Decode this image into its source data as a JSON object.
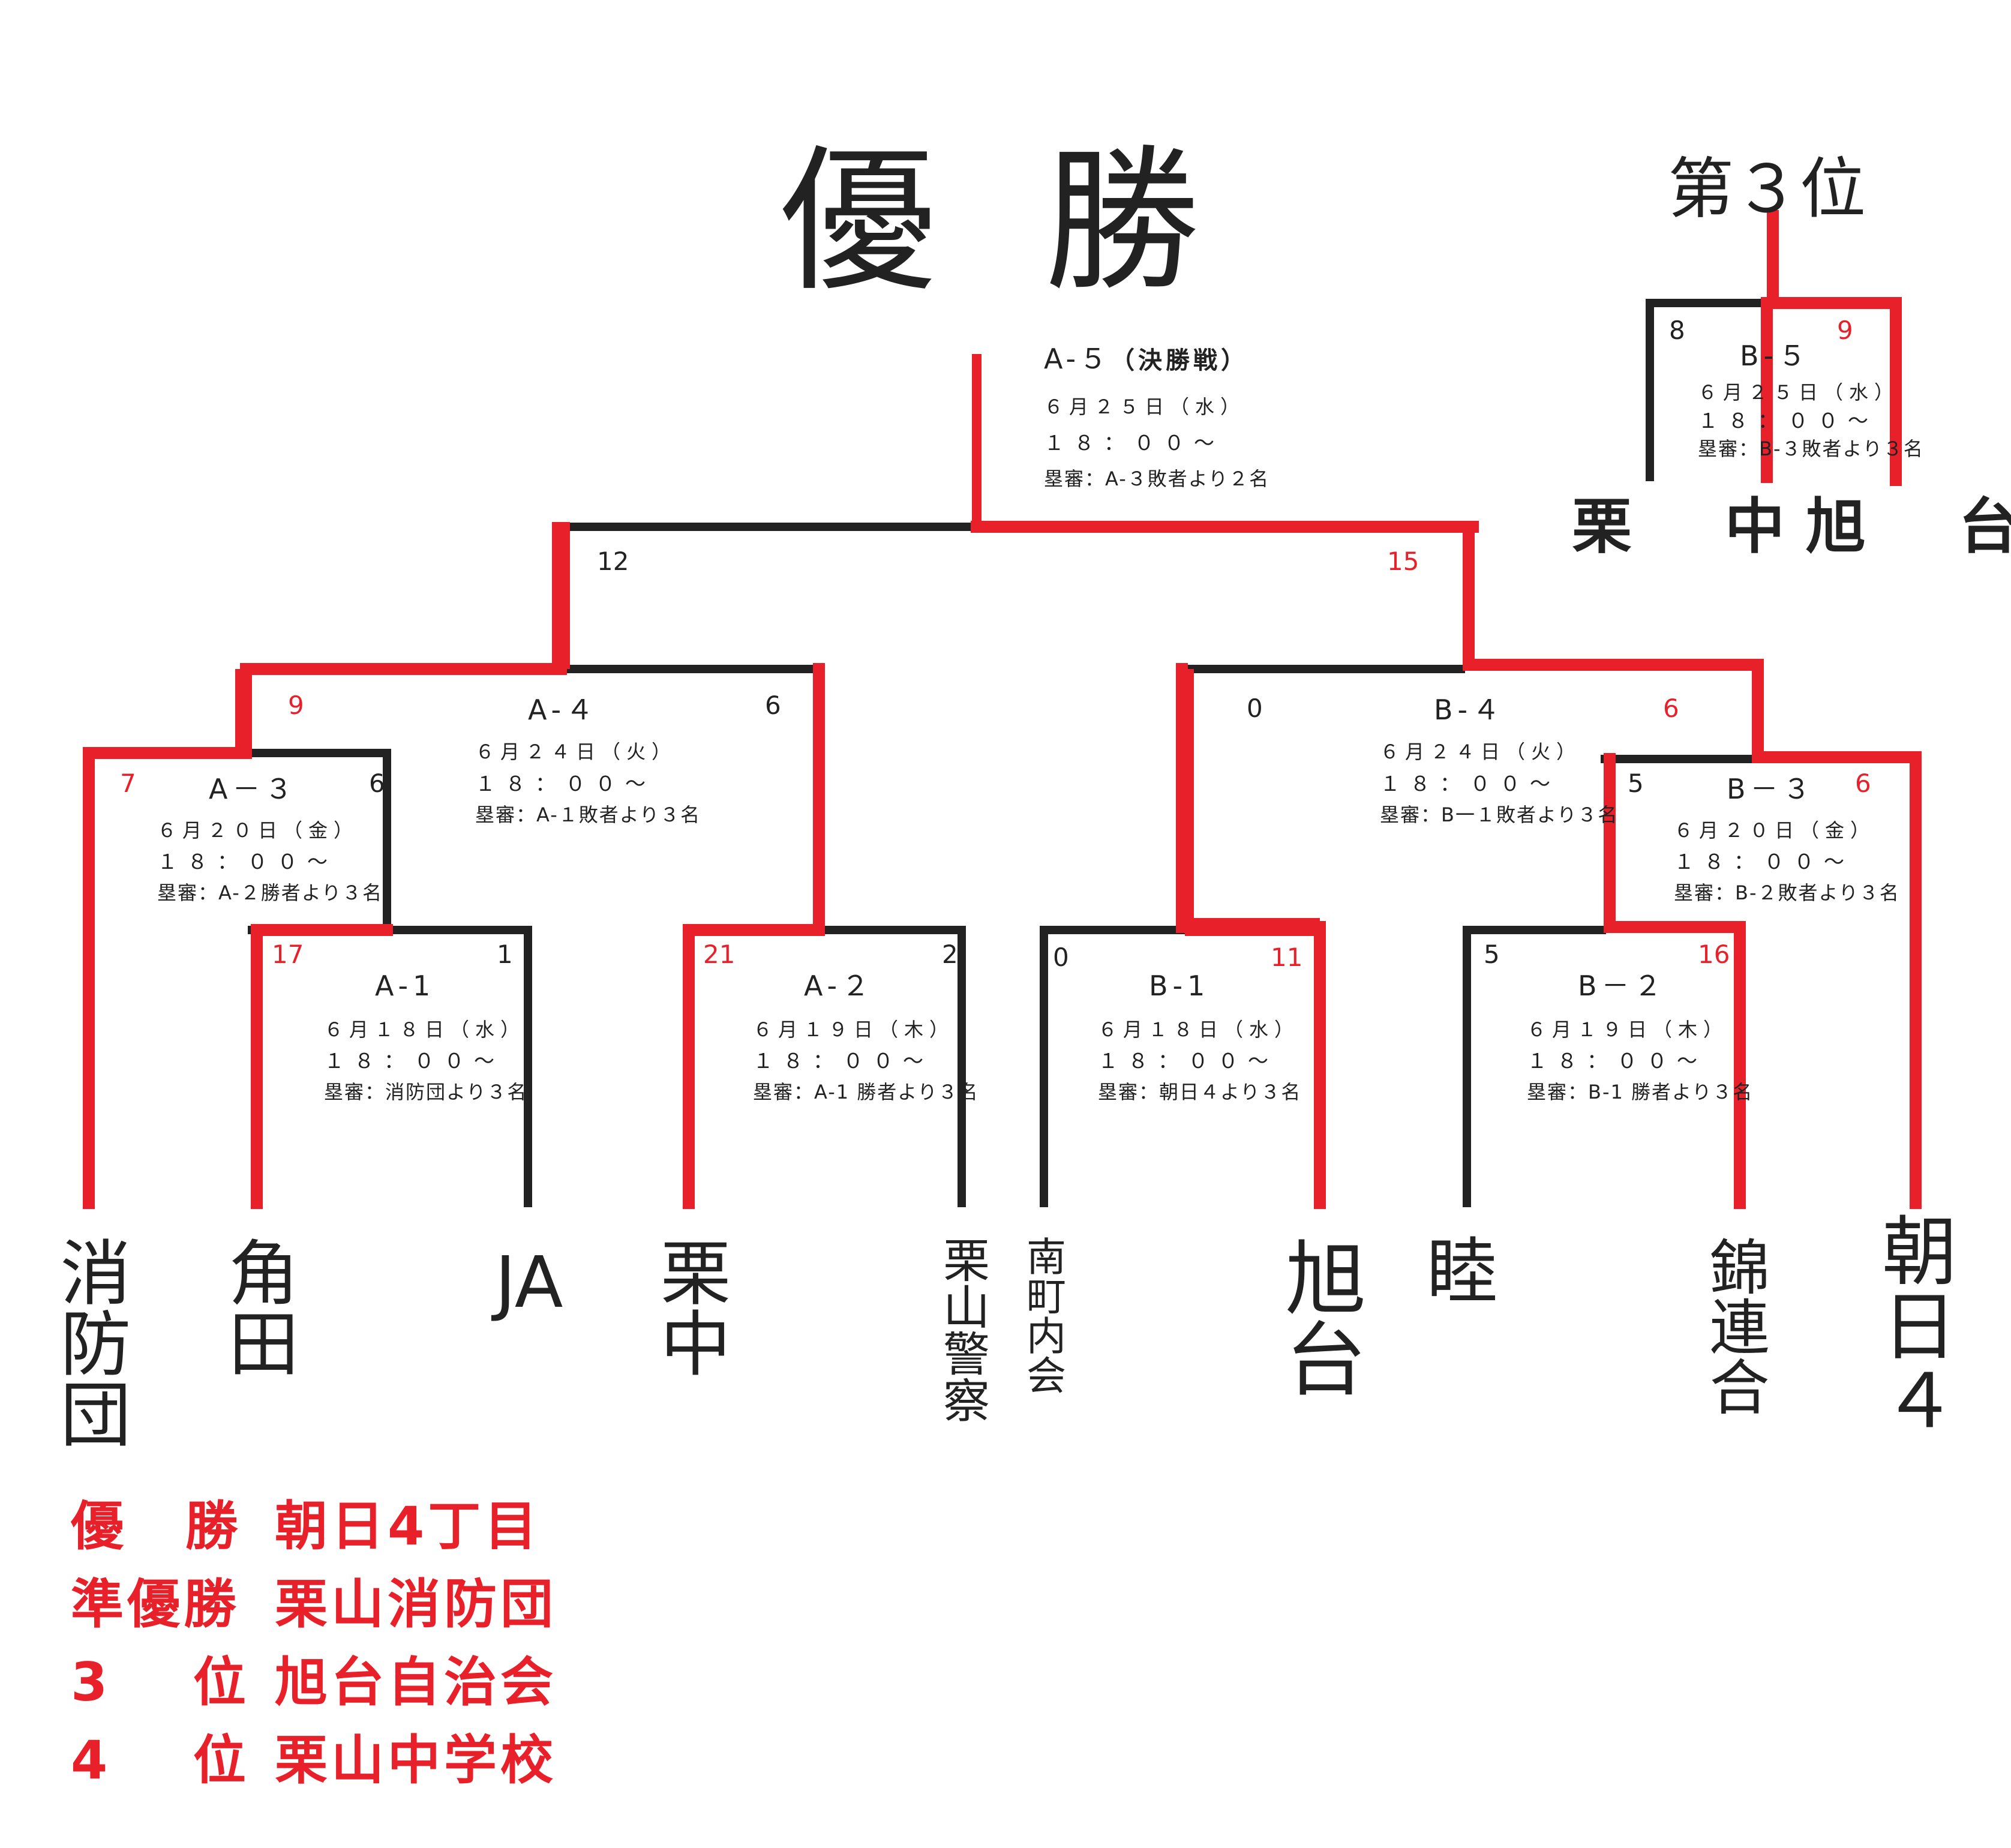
{
  "title": "優勝",
  "third_place_title": "第３位",
  "third_place_match": {
    "id": "B-５",
    "date": "６月２５日（水）",
    "time": "１８：００～",
    "umpire": "塁審：B-３敗者より３名",
    "left_score": "8",
    "right_score": "9",
    "left_team": "栗 中",
    "right_team": "旭 台"
  },
  "final": {
    "id": "A-５",
    "id_suffix": "（決勝戦）",
    "date": "６月２５日（水）",
    "time": "１８：００～",
    "umpire": "塁審：A-３敗者より２名",
    "left_score": "12",
    "right_score": "15"
  },
  "matches": {
    "a4": {
      "id": "A-４",
      "date": "６月２４日（火）",
      "time": "１８：００～",
      "umpire": "塁審：A-１敗者より３名",
      "left_score": "9",
      "right_score": "6"
    },
    "a3": {
      "id": "A－３",
      "date": "６月２０日（金）",
      "time": "１８：００～",
      "umpire": "塁審：A-２勝者より３名",
      "left_score": "7",
      "right_score": "6"
    },
    "a1": {
      "id": "A-1",
      "date": "６月１８日（水）",
      "time": "１８：００～",
      "umpire": "塁審：消防団より３名",
      "left_score": "17",
      "right_score": "1"
    },
    "a2": {
      "id": "A-２",
      "date": "６月１９日（木）",
      "time": "１８：００～",
      "umpire": "塁審：A-1 勝者より３名",
      "left_score": "21",
      "right_score": "2"
    },
    "b4": {
      "id": "B-４",
      "date": "６月２４日（火）",
      "time": "１８：００～",
      "umpire": "塁審：B一１敗者より３名",
      "left_score": "0",
      "right_score": "6"
    },
    "b3": {
      "id": "B－３",
      "date": "６月２０日（金）",
      "time": "１８：００～",
      "umpire": "塁審：B-２敗者より３名",
      "left_score": "5",
      "right_score": "6"
    },
    "b1": {
      "id": "B-1",
      "date": "６月１８日（水）",
      "time": "１８：００～",
      "umpire": "塁審：朝日４より３名",
      "left_score": "0",
      "right_score": "11"
    },
    "b2": {
      "id": "B－２",
      "date": "６月１９日（木）",
      "time": "１８：００～",
      "umpire": "塁審：B-1 勝者より３名",
      "left_score": "5",
      "right_score": "16"
    }
  },
  "teams": {
    "shouboudan": "消防団",
    "kakuda": "角田",
    "ja": "JA",
    "kurichu": "栗中",
    "kuriyama_police": "栗山警察",
    "minamimachi": "南町内会",
    "asahidai": "旭台",
    "mutsumi": "睦",
    "kinrengo": "錦連合",
    "asahi4": "朝日４"
  },
  "results": [
    {
      "rank": "優 勝",
      "team": "朝日4丁目"
    },
    {
      "rank": "準優勝",
      "team": "栗山消防団"
    },
    {
      "rank": "3 位",
      "team": "旭台自治会"
    },
    {
      "rank": "4 位",
      "team": "栗山中学校"
    }
  ],
  "colors": {
    "winner_line": "#e8202a",
    "loser_line": "#222222"
  }
}
